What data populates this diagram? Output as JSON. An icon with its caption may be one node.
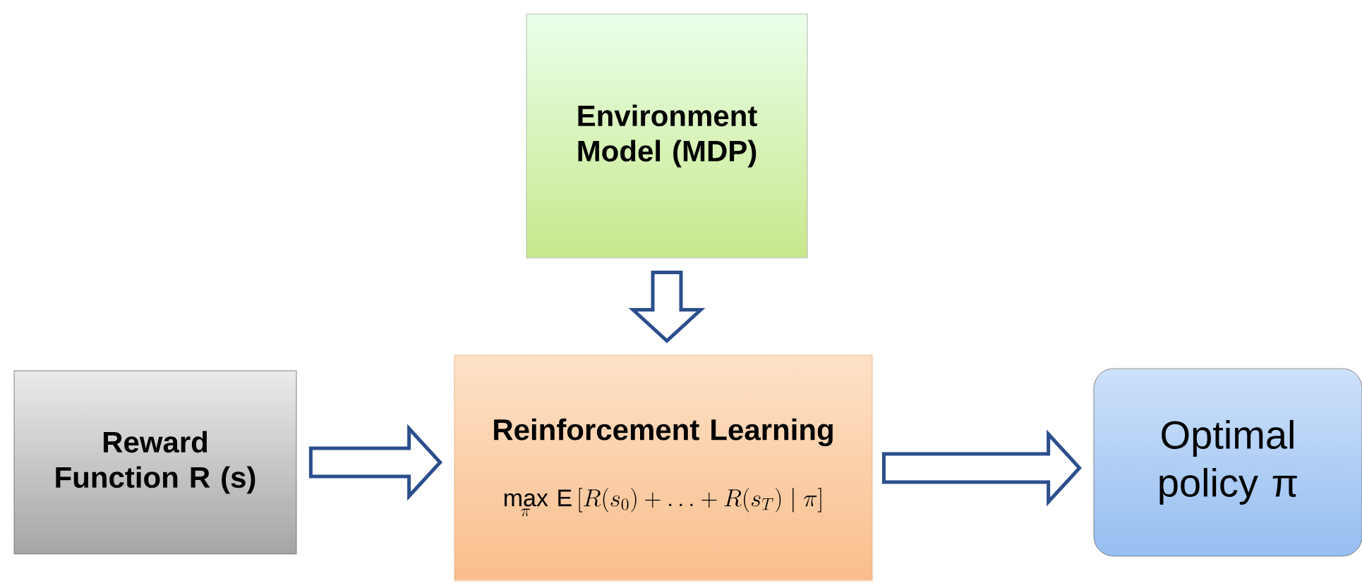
{
  "diagram": {
    "nodes": [
      {
        "text": [
          "Environment Model (MDP)"
        ]
      },
      {
        "text": [
          "Reward Function R (s)"
        ]
      },
      {
        "text": [
          "Reinforcement Learning",
          "\\max_{\\pi}\\, \\mathrm{E}\\left[R(s_0)+\\ldots+R(s_T)\\mid \\pi\\right]"
        ]
      },
      {
        "text": [
          "Optimal policy π"
        ]
      }
    ],
    "edges": [
      {
        "from": 0,
        "to": 2,
        "arrow": "to"
      },
      {
        "from": 1,
        "to": 2,
        "arrow": "to"
      },
      {
        "from": 2,
        "to": 3,
        "arrow": "to"
      }
    ]
  }
}
